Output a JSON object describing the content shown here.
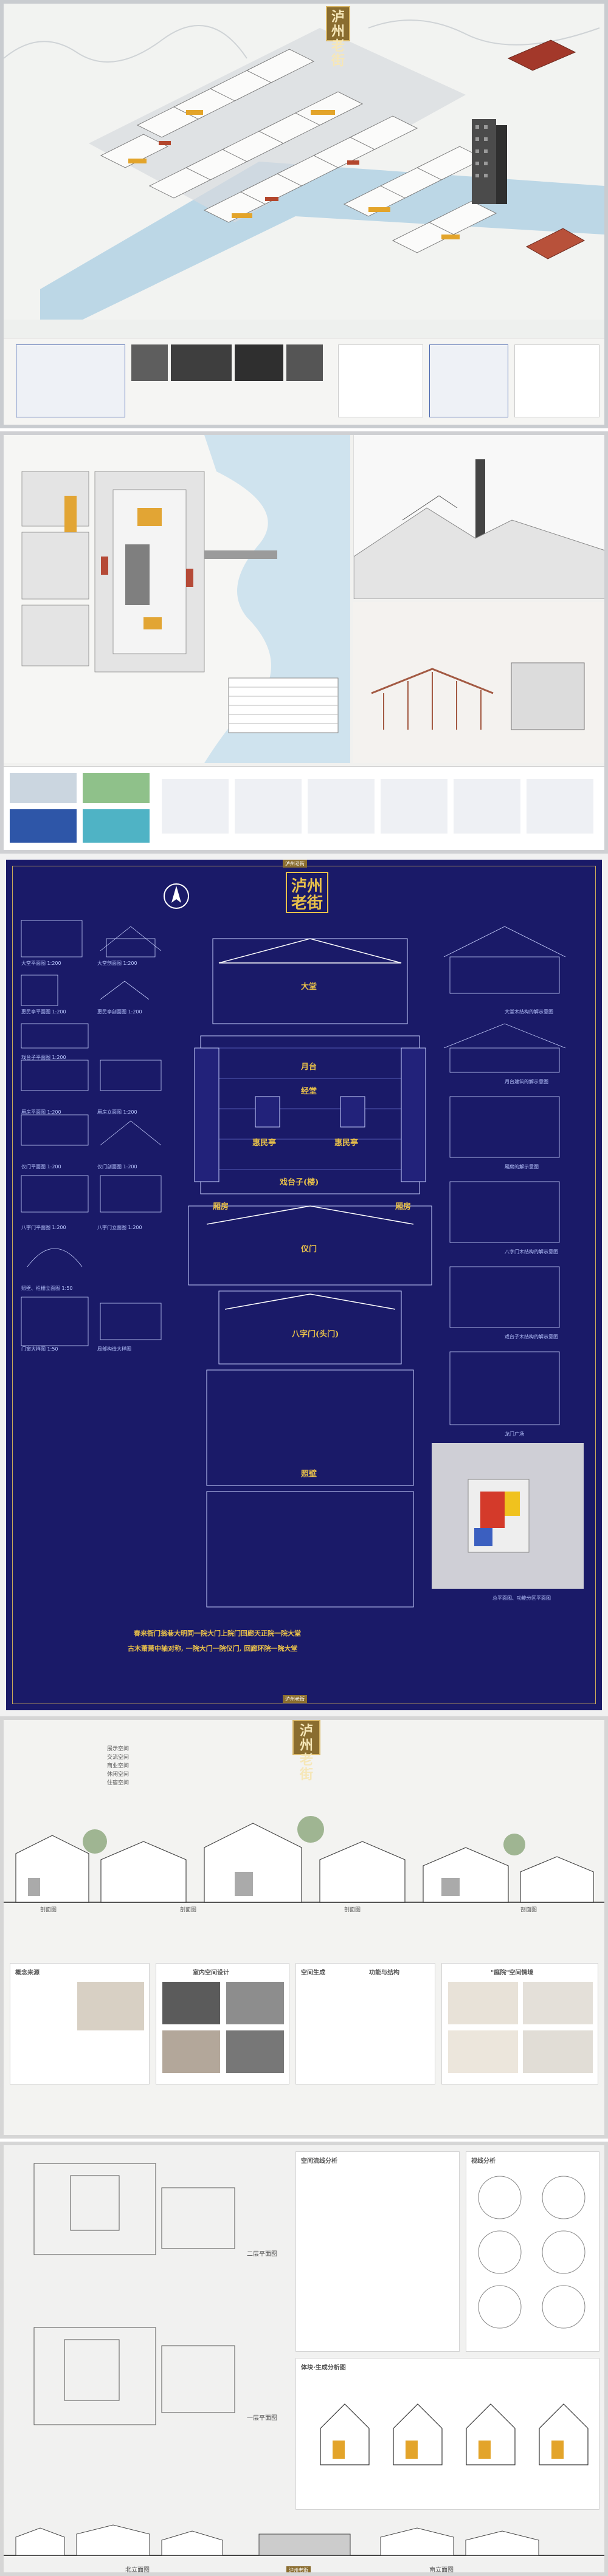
{
  "title_badge": {
    "line1": "泸州",
    "line2": "老街"
  },
  "footer_tag": "泸州老街",
  "sheet3": {
    "north_label": "N",
    "halls": [
      "大堂",
      "月台",
      "经堂",
      "惠民亭",
      "惠民亭",
      "戏台子(楼)",
      "厢房",
      "厢房",
      "仪门",
      "八字门(头门)",
      "照壁"
    ],
    "drawings_left": [
      "大堂平面图 1:200",
      "大堂剖面图 1:200",
      "惠民亭平面图 1:200",
      "惠民亭剖面图 1:200",
      "戏台子平面图 1:200",
      "厢房平面图 1:200",
      "厢房立面图 1:200",
      "仪门平面图 1:200",
      "仪门剖面图 1:200",
      "八字门平面图 1:200",
      "八字门立面图 1:200",
      "照壁、栏栅立面图 1:50",
      "门窗大样图 1:50",
      "局部构造大样图"
    ],
    "drawings_right": [
      "大堂木结构的解示意图",
      "月台建筑的解示意图",
      "厢房的解示意图",
      "八字门木结构的解示意图",
      "戏台子木结构的解示意图",
      "龙门广场",
      "总平面图、功能分区平面图"
    ],
    "poem_line1": "春来衙门翁巷大明同一院大门上院门回廊天正院一院大堂",
    "poem_line2": "古木萧萧中轴对称, 一院大门一院仪门, 回廊环院一院大堂"
  },
  "sheet4": {
    "legend": [
      "展示空间",
      "交流空间",
      "商业空间",
      "休闲空间",
      "住宿空间"
    ],
    "section_labels": [
      "剖面图",
      "剖面图",
      "剖面图",
      "剖面图"
    ],
    "panel_titles": [
      "概念来源",
      "室内空间设计",
      "空间生成",
      "功能与结构",
      "\"庭院\"空间情境"
    ]
  },
  "sheet5": {
    "panel_titles": [
      "空间流线分析",
      "视线分析",
      "体块·生成分析图"
    ],
    "plan_labels": [
      "二层平面图",
      "一层平面图"
    ]
  },
  "sheet6": {
    "elev_left": "北立面图",
    "elev_right": "南立面图"
  }
}
